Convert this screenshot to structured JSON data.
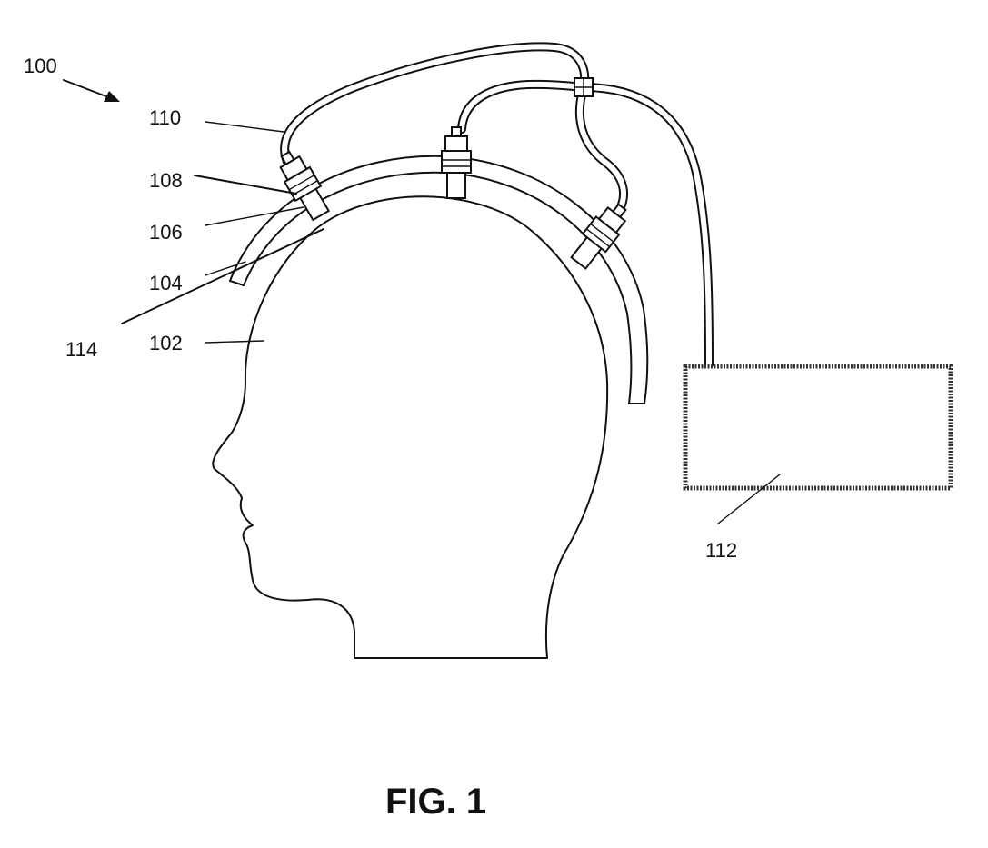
{
  "reference_numerals": {
    "system": "100",
    "head": "102",
    "band": "104",
    "base_unit": "106",
    "electrode_holder": "108",
    "tubing": "110",
    "control_box": "112",
    "electrode_tip": "114"
  },
  "caption": "FIG. 1",
  "colors": {
    "line": "#111111",
    "background": "#ffffff"
  }
}
